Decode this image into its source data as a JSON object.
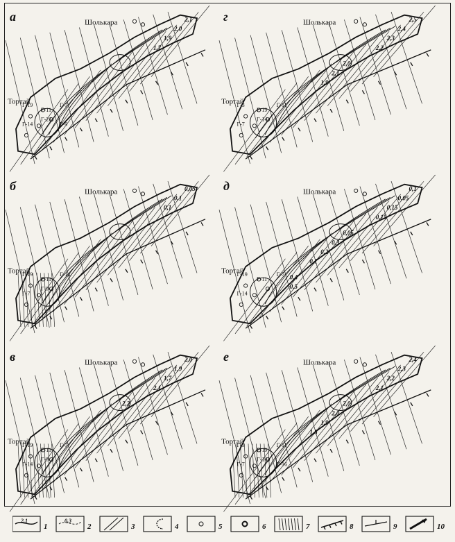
{
  "panels": [
    {
      "letter": "а",
      "place_top": "Шолькара",
      "place_left": "Тортай",
      "contour_labels": [
        "2,1",
        "2,0",
        "1,9",
        "1,7"
      ],
      "well_labels": [
        "Г-19",
        "Г-11",
        "Г-7",
        "Г-14",
        "Г-21",
        "Г-9"
      ]
    },
    {
      "letter": "б",
      "place_top": "Шолькара",
      "place_left": "Тортай",
      "contour_labels": [
        "0,05",
        "0,1",
        "0,1"
      ],
      "well_labels": [
        "Г-19",
        "Г-11",
        "Г-14",
        "Г-7",
        "Г-9"
      ]
    },
    {
      "letter": "в",
      "place_top": "Шолькара",
      "place_left": "Тортай",
      "contour_labels": [
        "2,0",
        "1,9",
        "1,7",
        "2,1",
        "2,2"
      ],
      "well_labels": [
        "Г-19",
        "Г-11",
        "Г-7",
        "Г-14",
        "Г-9"
      ]
    },
    {
      "letter": "г",
      "place_top": "Шолькара",
      "place_left": "Тортай",
      "contour_labels": [
        "2,5",
        "2,4",
        "2,3",
        "2,2",
        "2,0",
        "2,1",
        "1,9"
      ],
      "well_labels": [
        "Г-3",
        "Г-19",
        "Г-11",
        "Г-7",
        "Г-14"
      ]
    },
    {
      "letter": "д",
      "place_top": "Шолькара",
      "place_left": "Тортай",
      "contour_labels": [
        "0,1",
        "0,05",
        "0,15",
        "0,15",
        "0,05",
        "0,3",
        "0,2",
        "0,1",
        "0,4",
        "0,5"
      ],
      "well_labels": [
        "Г-19",
        "Г-11",
        "Г-7",
        "Г-14"
      ]
    },
    {
      "letter": "е",
      "place_top": "Шолькара",
      "place_left": "Тортай",
      "contour_labels": [
        "2,4",
        "2,3",
        "2,2",
        "2,1",
        "2,0",
        "2,0",
        "1,9",
        "1,8"
      ],
      "well_labels": [
        "Г-3",
        "Г-19",
        "Г-11",
        "Г-7",
        "Г-14",
        "Г-16"
      ]
    }
  ],
  "legend": {
    "items": [
      {
        "num": "1",
        "sample": "2,1"
      },
      {
        "num": "2",
        "sample": "0,3"
      },
      {
        "num": "3",
        "sample": ""
      },
      {
        "num": "4",
        "sample": ""
      },
      {
        "num": "5",
        "sample": ""
      },
      {
        "num": "6",
        "sample": ""
      },
      {
        "num": "7",
        "sample": ""
      },
      {
        "num": "8",
        "sample": ""
      },
      {
        "num": "9",
        "sample": ""
      },
      {
        "num": "10",
        "sample": ""
      }
    ]
  }
}
